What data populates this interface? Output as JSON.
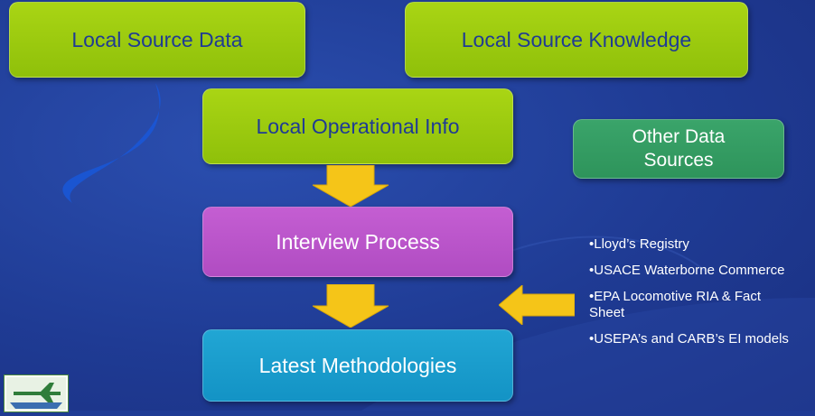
{
  "boxes": {
    "local_source_data": "Local Source Data",
    "local_source_knowledge": "Local Source Knowledge",
    "local_operational_info": "Local Operational Info",
    "other_data_sources_line1": "Other Data",
    "other_data_sources_line2": "Sources",
    "interview_process": "Interview Process",
    "latest_methodologies": "Latest Methodologies"
  },
  "other_sources_list": [
    "•Lloyd’s Registry",
    "•USACE Waterborne Commerce",
    "•EPA Locomotive RIA & Fact Sheet",
    "•USEPA’s and CARB’s EI models"
  ],
  "colors": {
    "background": "#1f3b94",
    "green_box": "#9ccb10",
    "green_text": "#1f3b94",
    "purple_box": "#b84fc8",
    "cyan_box": "#1898c9",
    "teal_box": "#339c60",
    "arrow": "#f5c518"
  },
  "icons": {
    "logo": "airplane-ship-logo-icon"
  }
}
